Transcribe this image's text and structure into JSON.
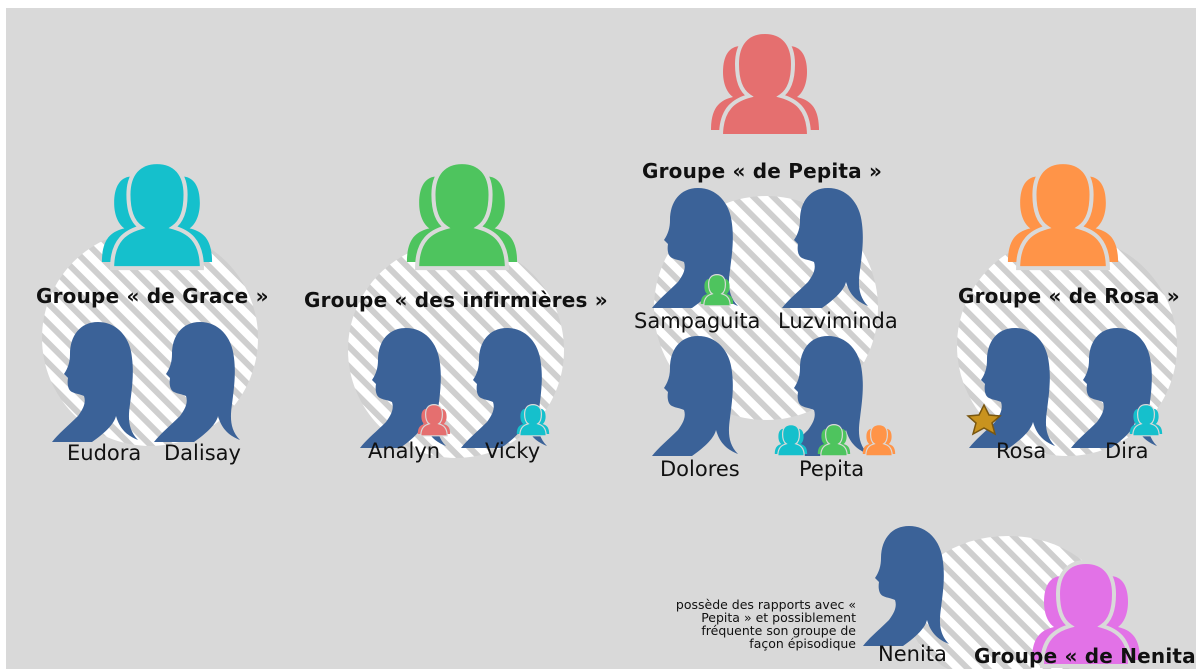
{
  "colors": {
    "background": "#d9d9d9",
    "woman": "#3b6298",
    "grace": "#15c0cc",
    "infirmieres": "#4ec45e",
    "pepita": "#e56f6f",
    "rosa": "#ff9448",
    "nenita": "#e272e7"
  },
  "icons": [
    "woman-profile-icon",
    "group-icon",
    "star-icon"
  ],
  "groups": {
    "grace": {
      "title": "Groupe « de Grace »",
      "members": [
        "Eudora",
        "Dalisay"
      ]
    },
    "infirmieres": {
      "title": "Groupe « des infirmières »",
      "members": [
        "Analyn",
        "Vicky"
      ]
    },
    "pepita": {
      "title": "Groupe « de Pepita »",
      "members": [
        "Sampaguita",
        "Luzviminda",
        "Dolores",
        "Pepita"
      ]
    },
    "rosa": {
      "title": "Groupe « de Rosa »",
      "members": [
        "Rosa",
        "Dira"
      ]
    },
    "nenita": {
      "title": "Groupe « de Nenita »",
      "members": [
        "Nenita"
      ]
    }
  },
  "note": {
    "line1": "possède des rapports avec «",
    "line2": "Pepita » et possiblement",
    "line3": "fréquente son groupe de",
    "line4": "façon épisodique"
  }
}
